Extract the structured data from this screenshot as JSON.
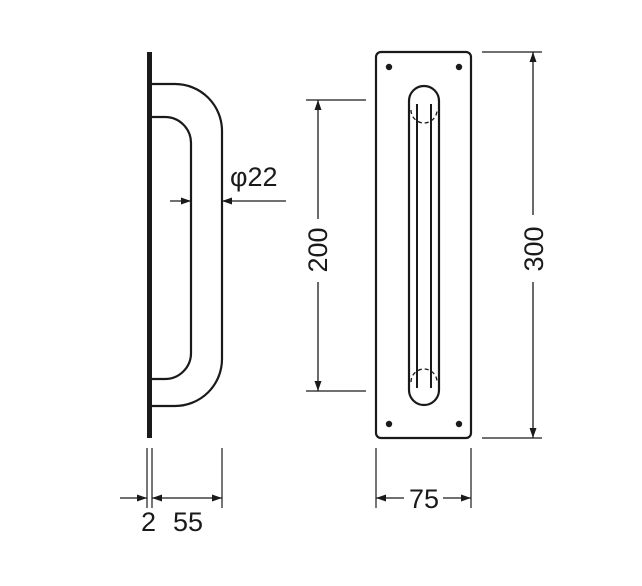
{
  "drawing": {
    "side_view": {
      "diameter_label": "φ22",
      "plate_thickness_label": "2",
      "projection_label": "55"
    },
    "front_view": {
      "center_distance_label": "200",
      "plate_height_label": "300",
      "plate_width_label": "75"
    },
    "colors": {
      "ink": "#1a1a1a",
      "background": "#ffffff"
    }
  }
}
